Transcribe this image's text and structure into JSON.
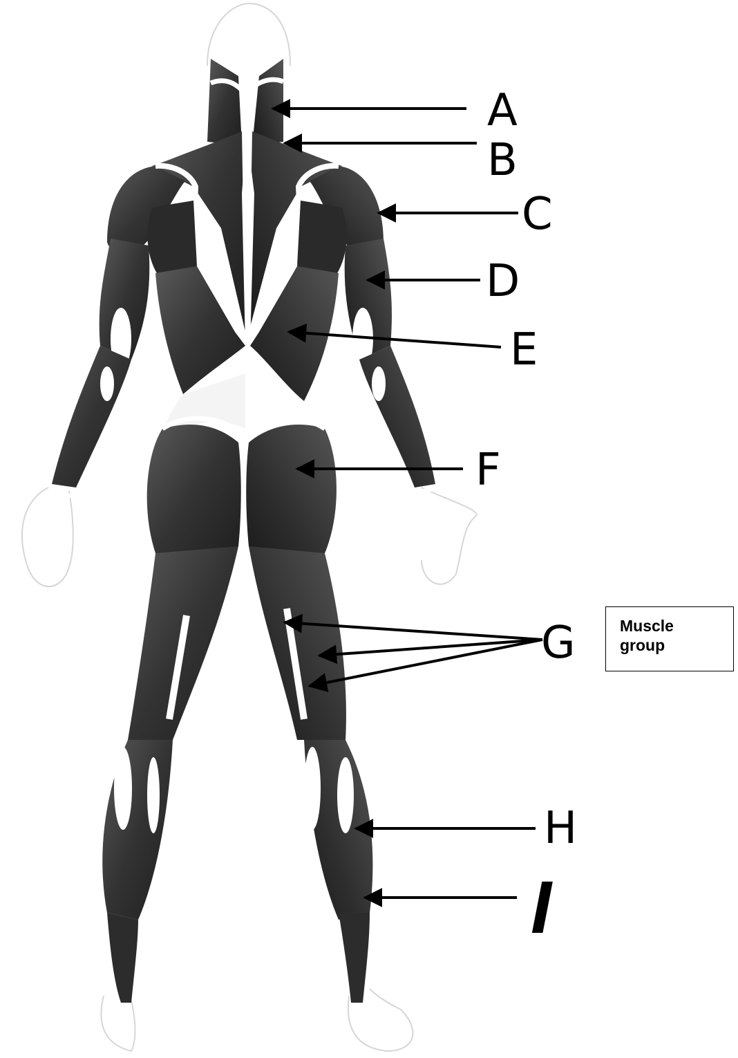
{
  "labels": [
    {
      "id": "A",
      "text": "A"
    },
    {
      "id": "B",
      "text": "B"
    },
    {
      "id": "C",
      "text": "C"
    },
    {
      "id": "D",
      "text": "D"
    },
    {
      "id": "E",
      "text": "E"
    },
    {
      "id": "F",
      "text": "F"
    },
    {
      "id": "G",
      "text": "G"
    },
    {
      "id": "H",
      "text": "H"
    },
    {
      "id": "I",
      "text": "I"
    }
  ],
  "note": {
    "text": "Muscle\ngroup"
  },
  "colors": {
    "muscle": "#3a3a3a",
    "muscle_dark": "#1c1c1c",
    "tendon": "#ffffff",
    "outline": "#cfcfcf",
    "arrow": "#000000"
  }
}
